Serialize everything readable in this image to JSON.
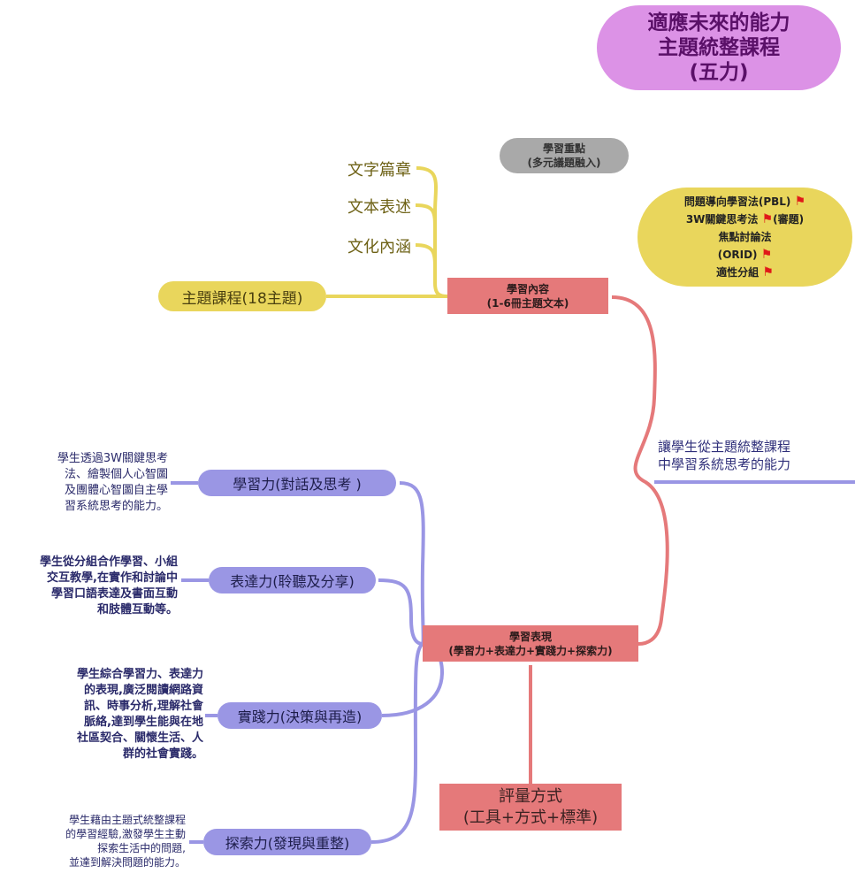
{
  "title": {
    "line1": "適應未來的能力",
    "line2": "主題統整課程",
    "line3": "(五力)"
  },
  "focus": {
    "line1": "學習重點",
    "line2": "(多元議題融入)"
  },
  "methods": [
    "問題導向學習法(PBL)",
    "3W關鍵思考法",
    "(審題)",
    "焦點討論法",
    "(ORID)",
    "適性分組"
  ],
  "content": {
    "line1": "學習內容",
    "line2": "(1-6冊主題文本)",
    "topic_course": "主題課程(18主題)",
    "branches": [
      "文字篇章",
      "文本表述",
      "文化內涵"
    ]
  },
  "goal": {
    "line1": "讓學生從主題統整課程",
    "line2": "中學習系統思考的能力"
  },
  "performance": {
    "line1": "學習表現",
    "line2": "(學習力+表達力+實踐力+探索力)"
  },
  "assessment": {
    "line1": "評量方式",
    "line2": "(工具+方式+標準)"
  },
  "abilities": [
    {
      "label": "學習力(對話及思考 )",
      "desc": [
        "學生透過3W關鍵思考",
        "法、繪製個人心智圖",
        "及團體心智圖自主學",
        "習系統思考的能力。"
      ]
    },
    {
      "label": "表達力(聆聽及分享)",
      "desc": [
        "學生從分組合作學習、小組",
        "交互教學,在實作和討論中",
        "學習口語表達及書面互動",
        "和肢體互動等。"
      ]
    },
    {
      "label": "實踐力(決策與再造)",
      "desc": [
        "學生綜合學習力、表達力",
        "的表現,廣泛閱讀網路資",
        "訊、時事分析,理解社會",
        "脈絡,達到學生能與在地",
        "社區契合、關懷生活、人",
        "群的社會實踐。"
      ]
    },
    {
      "label": "探索力(發現與重整)",
      "desc": [
        "學生藉由主題式統整課程",
        "的學習經驗,激發學生主動",
        "探索生活中的問題,",
        "並達到解決問題的能力。"
      ]
    }
  ],
  "colors": {
    "title_bg": "#dc92e6",
    "yellow": "#e9d65c",
    "red": "#e5797a",
    "purple": "#9a96e4",
    "grey": "#a9a9a9"
  }
}
